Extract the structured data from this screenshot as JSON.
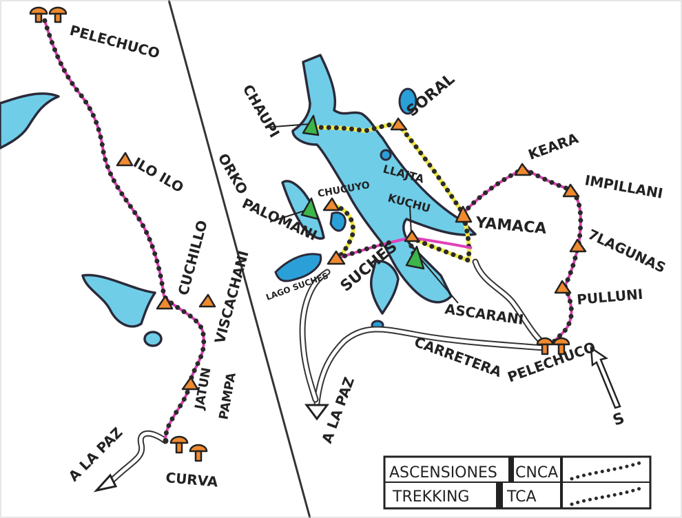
{
  "colors": {
    "lake": "#6fcde8",
    "lake_deep": "#2a9fd8",
    "trekking": "#e040b8",
    "ascension": "#f0e84a",
    "tent": "#f08a30",
    "peak": "#3cb54a"
  },
  "left_map": {
    "labels": {
      "pelechuco": "PELECHUCO",
      "ilo_ilo": "ILO ILO",
      "cuchillo": "CUCHILLO",
      "viscachani": "VISCACHANI",
      "jatun": "JATUN",
      "pampa": "PAMPA",
      "a_la_paz": "A LA PAZ",
      "curva": "CURVA"
    }
  },
  "right_map": {
    "labels": {
      "chaupi": "CHAUPI",
      "orko": "ORKO",
      "soral": "SORAL",
      "llajta": "LLAJTA",
      "kuchu": "KUCHU",
      "keara": "KEARA",
      "impillani": "IMPILLANI",
      "chucuyo": "CHUCUYO",
      "palomani": "PALOMANI",
      "yamaca": "YAMACA",
      "siete_lagunas": "7LAGUNAS",
      "lago_suches": "LAGO SUCHES",
      "suches": "SUCHES",
      "pulluni": "PULLUNI",
      "ascarani": "ASCARANI",
      "carretera": "CARRETERA",
      "pelechuco": "PELECHUCO",
      "a_la_paz": "A LA PAZ",
      "north": "S"
    }
  },
  "legend": {
    "rows": [
      {
        "label": "ASCENSIONES",
        "code": "CNCA"
      },
      {
        "label": "TREKKING",
        "code": "TCA"
      }
    ]
  }
}
